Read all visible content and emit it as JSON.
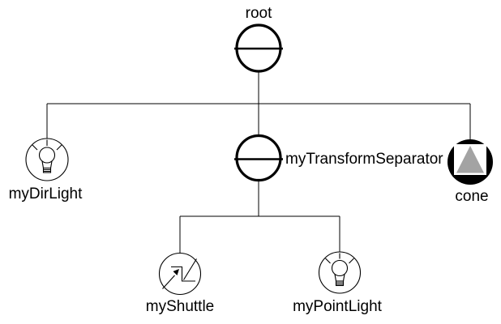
{
  "diagram": {
    "type": "scene-graph-tree",
    "background": "#ffffff",
    "line_color": "#000000",
    "nodes": [
      {
        "id": "root",
        "label": "root",
        "icon": "separator-group-icon",
        "children": [
          "myDirLight",
          "myTransformSeparator",
          "cone"
        ]
      },
      {
        "id": "myDirLight",
        "label": "myDirLight",
        "icon": "light-bulb-icon"
      },
      {
        "id": "myTransformSeparator",
        "label": "myTransformSeparator",
        "icon": "separator-group-icon",
        "children": [
          "myShuttle",
          "myPointLight"
        ]
      },
      {
        "id": "cone",
        "label": "cone",
        "icon": "cone-shape-icon",
        "colors": {
          "disc": "#000000",
          "panel": "#ffffff",
          "cone_fill": "#a3a3a3",
          "cone_edge": "#666666"
        }
      },
      {
        "id": "myShuttle",
        "label": "myShuttle",
        "icon": "engine-zigzag-arrow-icon"
      },
      {
        "id": "myPointLight",
        "label": "myPointLight",
        "icon": "light-bulb-icon"
      }
    ],
    "edges": [
      {
        "from": "root",
        "to": "myDirLight"
      },
      {
        "from": "root",
        "to": "myTransformSeparator"
      },
      {
        "from": "root",
        "to": "cone"
      },
      {
        "from": "myTransformSeparator",
        "to": "myShuttle"
      },
      {
        "from": "myTransformSeparator",
        "to": "myPointLight"
      }
    ]
  }
}
